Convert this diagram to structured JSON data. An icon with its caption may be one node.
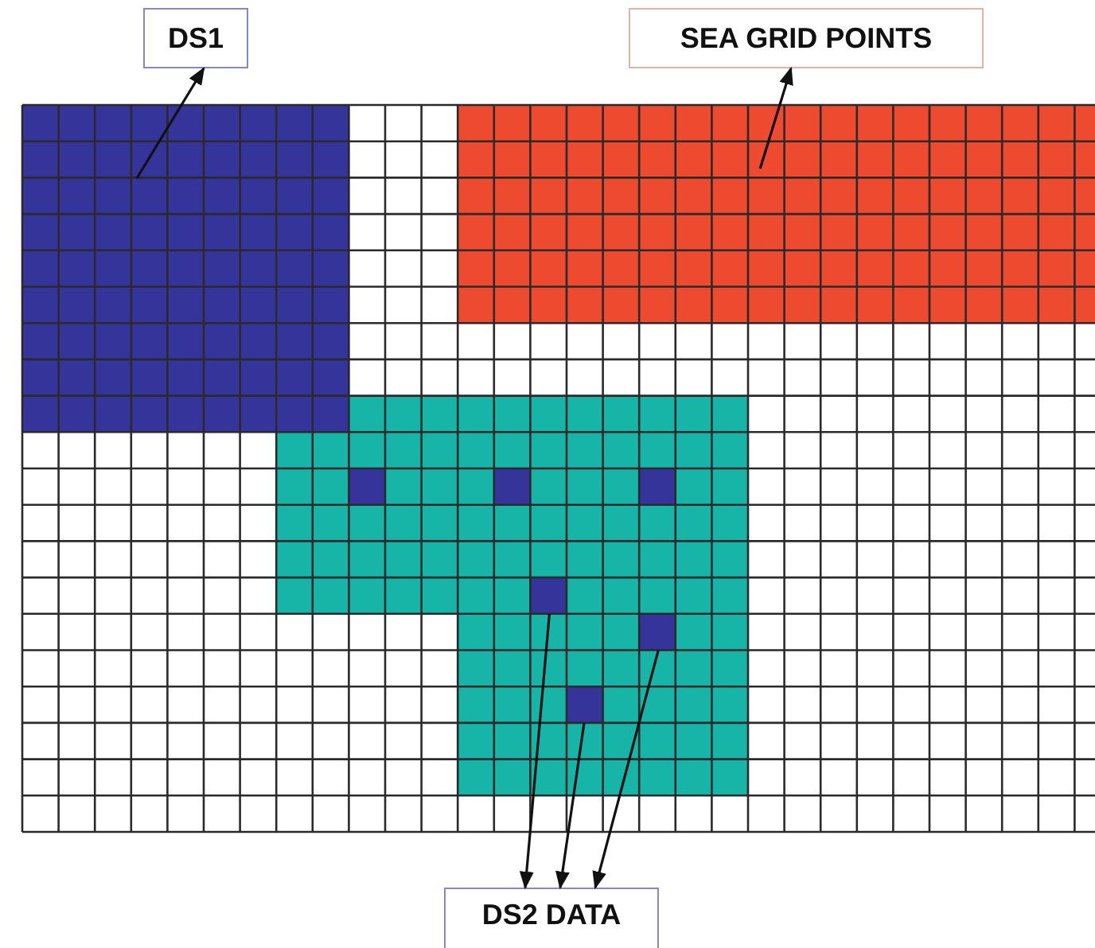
{
  "diagram": {
    "nodes": [
      {
        "text": [
          "DS1"
        ]
      },
      {
        "text": [],
        "shape": "box"
      },
      {
        "text": [
          "SEA GRID POINTS"
        ]
      },
      {
        "text": [],
        "shape": "box"
      },
      {
        "text": [],
        "shape": "box"
      },
      {
        "text": [],
        "shape": "box"
      },
      {
        "text": [],
        "shape": "box"
      },
      {
        "text": [
          "DS2 DATA"
        ]
      }
    ],
    "edges": [
      {
        "from": 1,
        "to": 0,
        "arrow": "to"
      },
      {
        "from": 3,
        "to": 2,
        "arrow": "to"
      },
      {
        "from": 4,
        "to": 7,
        "arrow": "to"
      },
      {
        "from": 6,
        "to": 7,
        "arrow": "to"
      },
      {
        "from": 5,
        "to": 7,
        "arrow": "to"
      }
    ]
  }
}
